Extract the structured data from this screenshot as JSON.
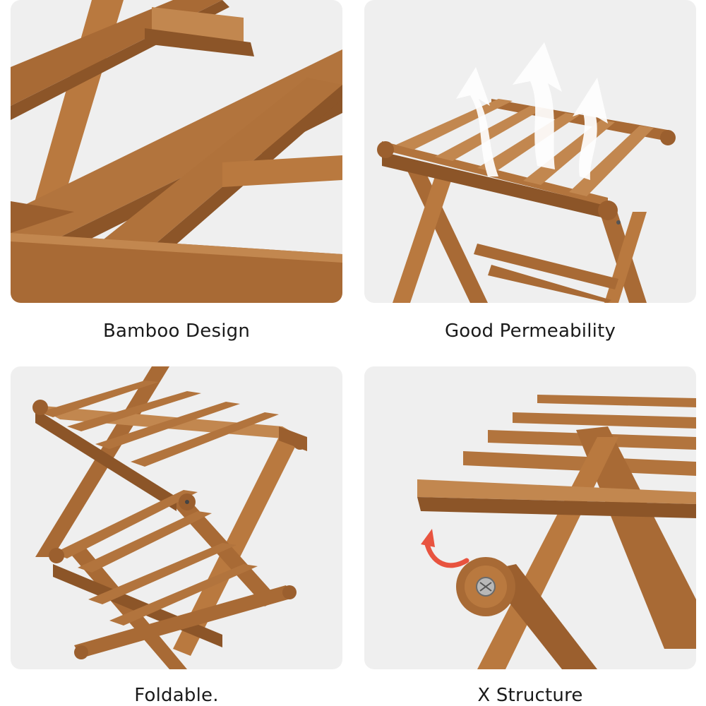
{
  "panels": [
    {
      "caption": "Bamboo Design"
    },
    {
      "caption": "Good Permeability"
    },
    {
      "caption": "Foldable."
    },
    {
      "caption": "X Structure"
    }
  ],
  "colors": {
    "panel_bg": "#efefef",
    "wood_main": "#a86a35",
    "wood_dark": "#8c5528",
    "wood_light": "#c2874f",
    "arrow_red": "#e8533f"
  },
  "icons": [
    "airflow-arrow-icon",
    "rotate-arrow-icon",
    "screw-icon"
  ]
}
